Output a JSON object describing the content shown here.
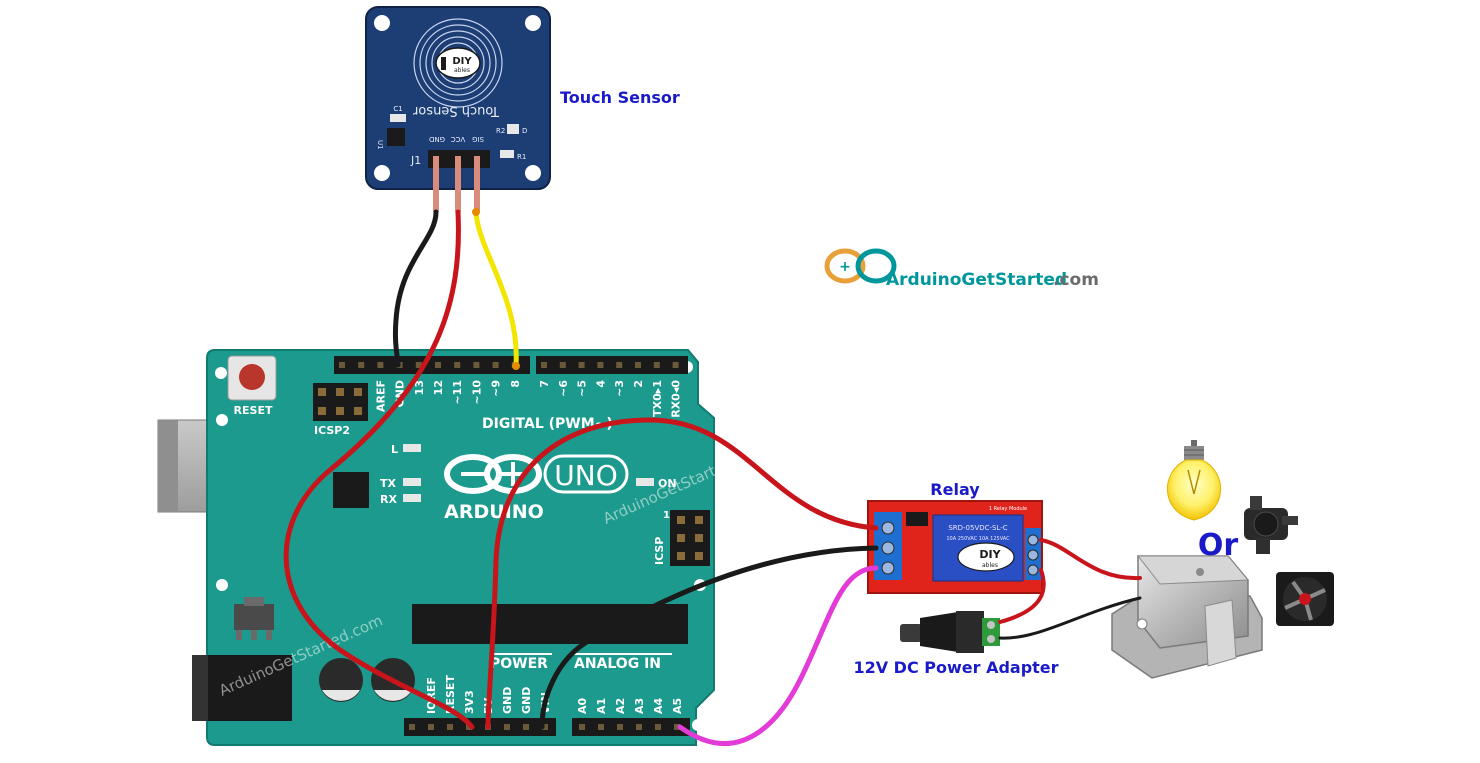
{
  "labels": {
    "touch_sensor": "Touch Sensor",
    "relay": "Relay",
    "power_adapter": "12V DC Power Adapter",
    "or": "Or"
  },
  "brand": {
    "logo_name": "ArduinoGetStarted",
    "logo_tld": ".com",
    "watermark": "ArduinoGetStarted.com",
    "colors": {
      "teal": "#00979c",
      "orange": "#e8a13a",
      "dark": "#444444",
      "blue_text": "#1a1ac8"
    }
  },
  "sensor_board": {
    "ref_c1": "C1",
    "ref_u1": "U1",
    "ref_r1": "R1",
    "ref_r2": "R2",
    "ref_d": "D",
    "ref_j1": "J1",
    "title": "Touch Sensor",
    "pins": [
      "GND",
      "VCC",
      "SIG"
    ],
    "diy_logo": "DIY",
    "diy_sub": "ables",
    "color": "#1d3d75"
  },
  "arduino": {
    "reset": "RESET",
    "icsp2": "ICSP2",
    "icsp": "ICSP",
    "digital_pwm": "DIGITAL (PWM~)",
    "led_l": "L",
    "led_tx": "TX",
    "led_rx": "RX",
    "led_on": "ON",
    "brand": "ARDUINO",
    "model": "UNO",
    "icsp_num": "1",
    "power": "POWER",
    "analog_in": "ANALOG IN",
    "digital_pins": [
      "AREF",
      "GND",
      "13",
      "12",
      "~11",
      "~10",
      "~9",
      "8",
      "7",
      "~6",
      "~5",
      "4",
      "~3",
      "2",
      "TX0▸1",
      "RX0◂0"
    ],
    "power_pins": [
      "IOREF",
      "RESET",
      "3V3",
      "5V",
      "GND",
      "GND",
      "VIN"
    ],
    "analog_pins": [
      "A0",
      "A1",
      "A2",
      "A3",
      "A4",
      "A5"
    ],
    "color": "#1b9a8d"
  },
  "relay_module": {
    "model": "SRD-05VDC-SL-C",
    "rating": "10A 250VAC 10A 125VAC",
    "title": "1 Relay Module",
    "diy_logo": "DIY",
    "diy_sub": "ables",
    "color": "#e0241b"
  },
  "wire_colors": {
    "black": "#1a1a1a",
    "red": "#c8141b",
    "yellow": "#f2e600",
    "pink": "#e33bd8"
  },
  "icons": [
    "bulb-icon",
    "water-pump-icon",
    "fan-icon",
    "solenoid-lock-icon",
    "dc-jack-icon"
  ]
}
